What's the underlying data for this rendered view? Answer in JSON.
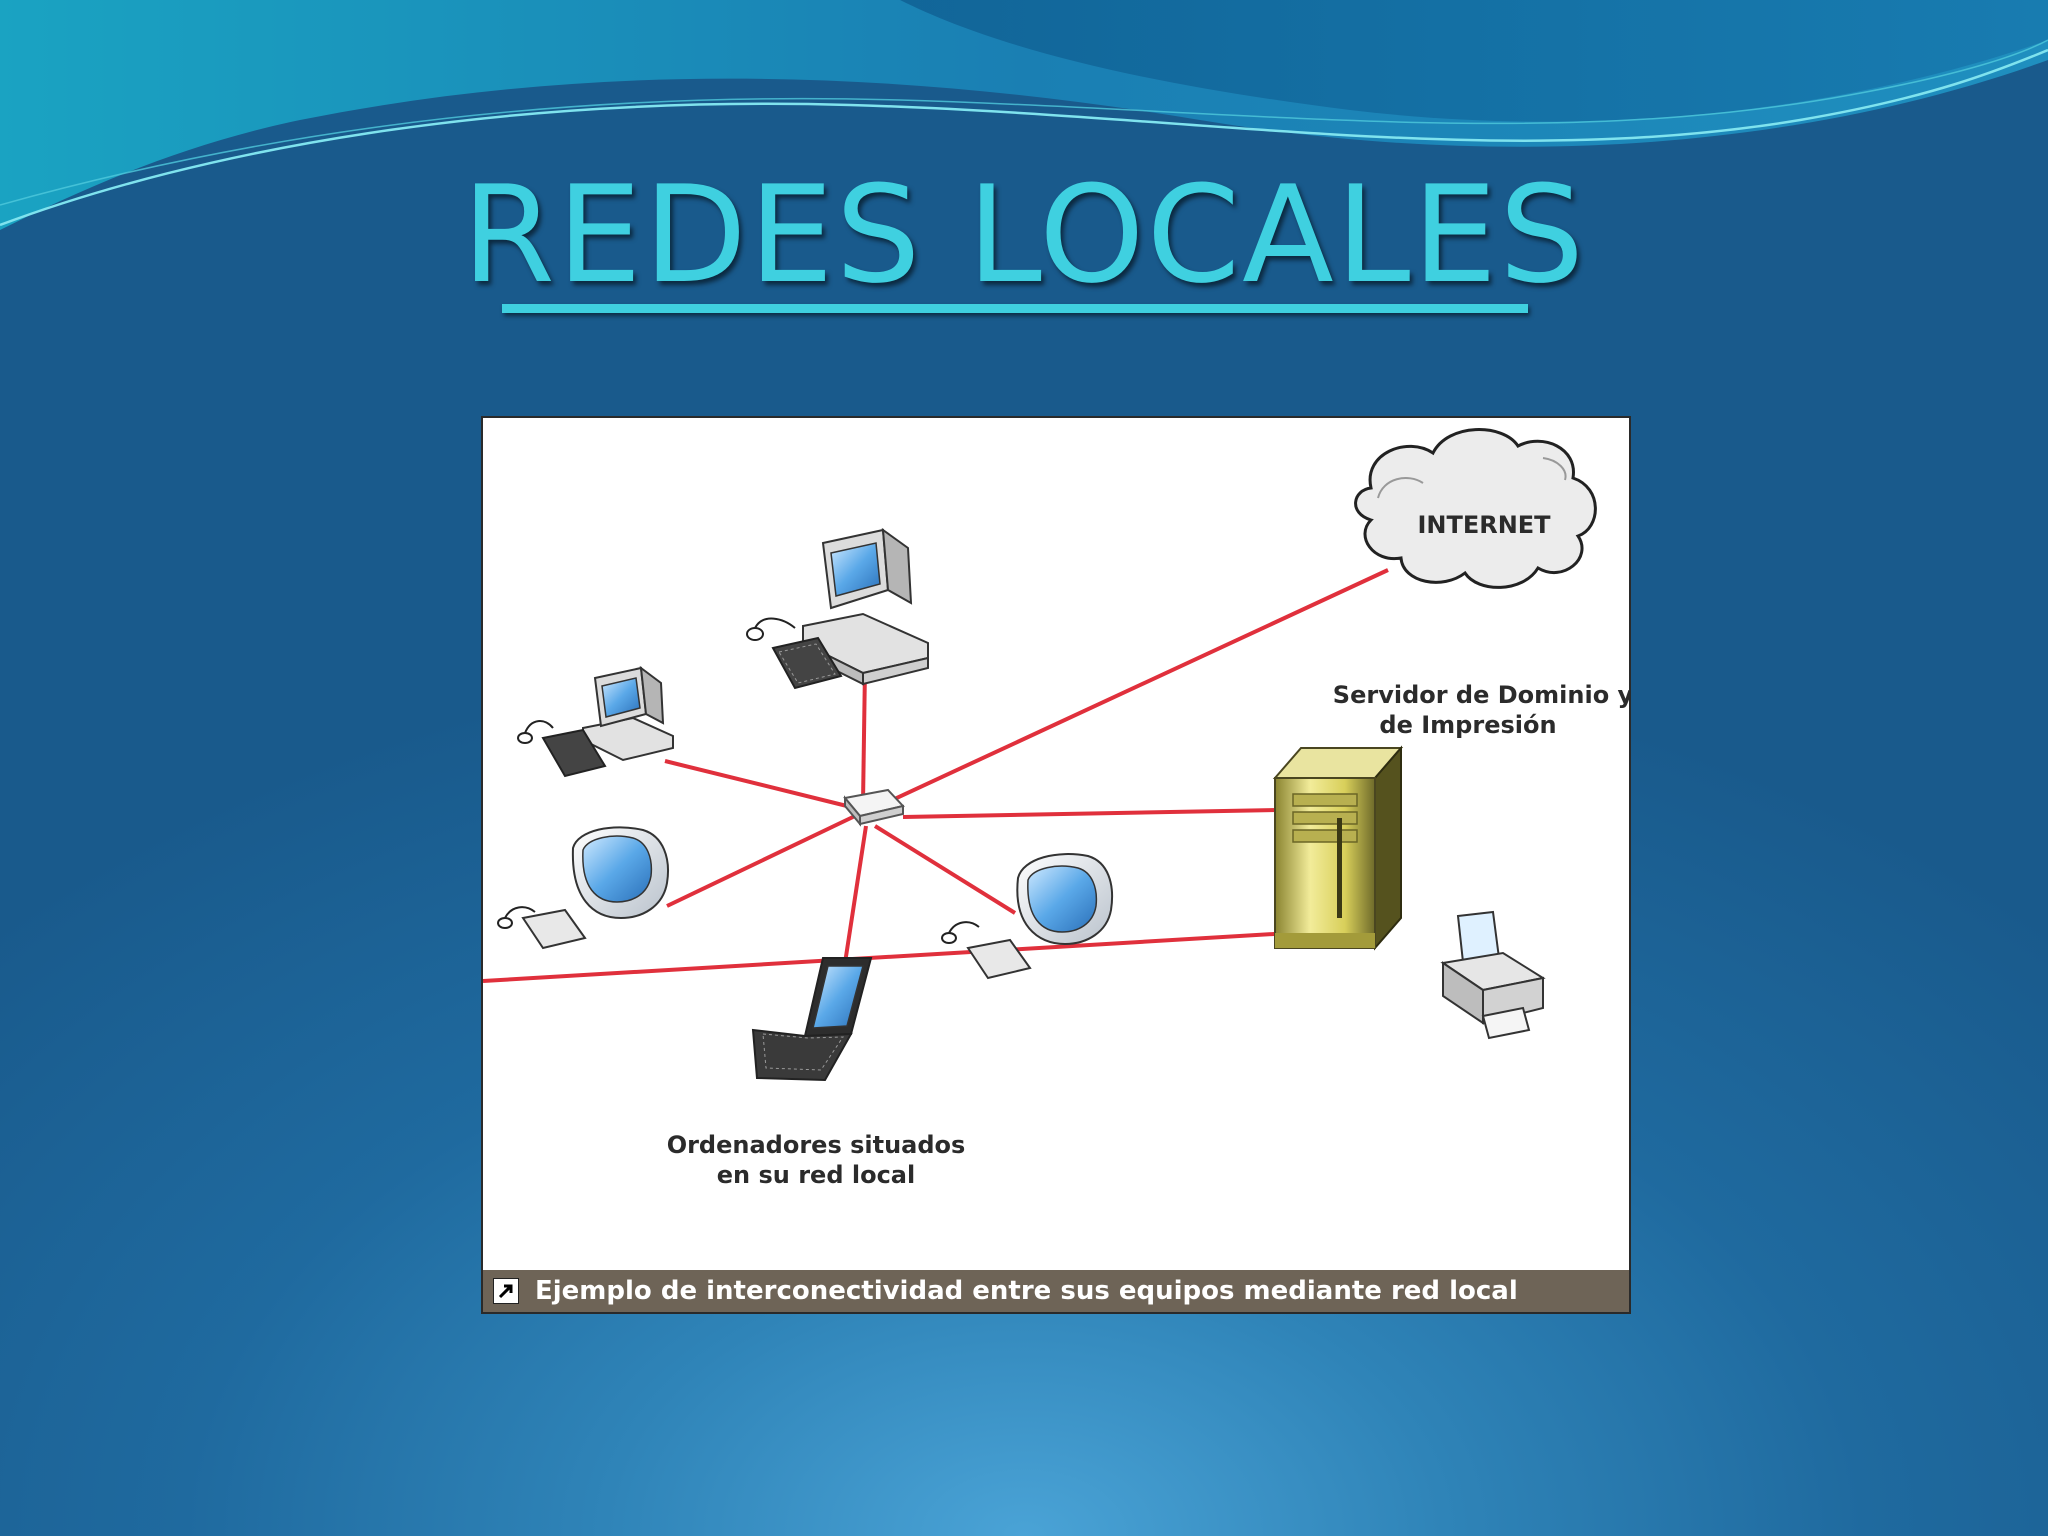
{
  "slide": {
    "title": "REDES LOCALES"
  },
  "diagram": {
    "cloud_label": "INTERNET",
    "server_label_line1": "Servidor de Dominio y",
    "server_label_line2": "de Impresión",
    "computers_label_line1": "Ordenadores situados",
    "computers_label_line2": "en su red local",
    "caption": "Ejemplo de interconectividad entre sus equipos mediante red local",
    "link_color": "#e0303c",
    "icons": [
      "desktop-computer-icon",
      "laptop-icon",
      "imac-icon",
      "server-tower-icon",
      "printer-icon",
      "cloud-icon",
      "switch-icon",
      "external-link-icon"
    ]
  }
}
